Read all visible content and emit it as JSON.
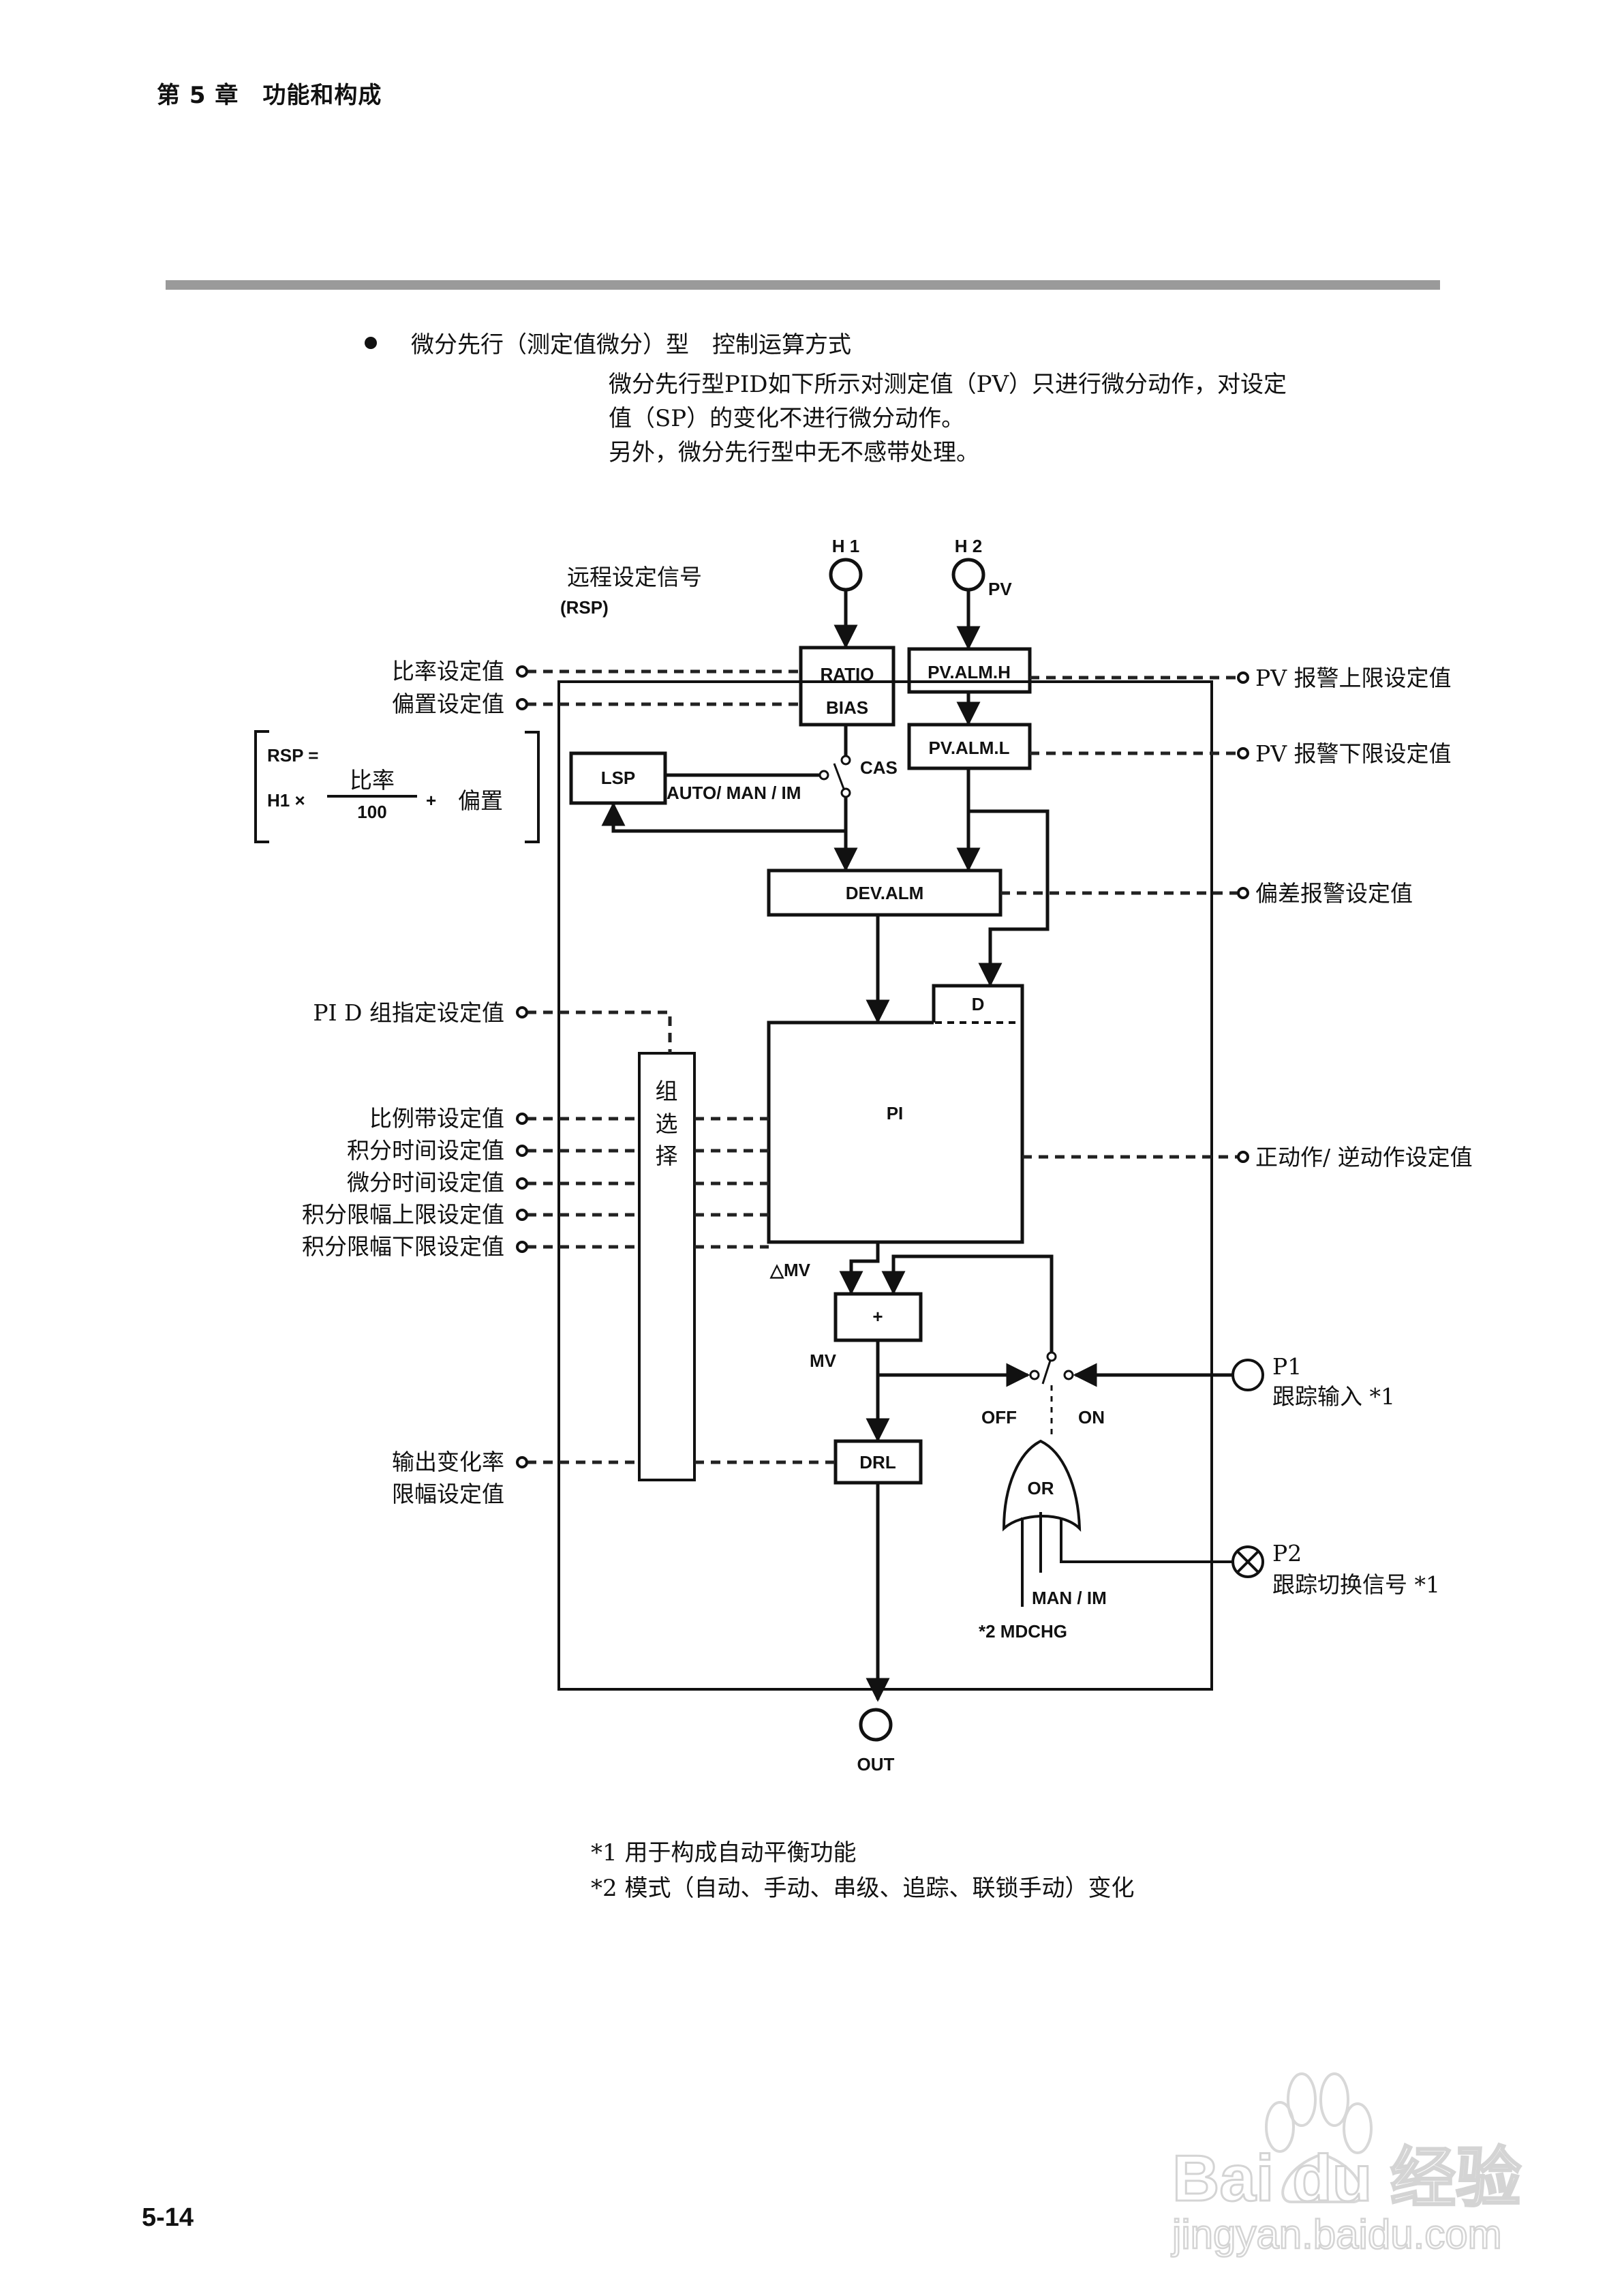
{
  "header": {
    "chapter": "第 5 章　功能和构成"
  },
  "section": {
    "heading": "微分先行（测定值微分）型　控制运算方式",
    "paragraphs": [
      "微分先行型PID如下所示对测定值（PV）只进行微分动作，对设定",
      "值（SP）的变化不进行微分动作。",
      "另外，微分先行型中无不感带处理。"
    ]
  },
  "diagram": {
    "top_labels": {
      "rsp_title": "远程设定信号",
      "rsp_abbr": "(RSP)",
      "h1": "H 1",
      "h2": "H 2",
      "pv": "PV"
    },
    "blocks": {
      "ratio": "RATIO",
      "bias": "BIAS",
      "pv_alm_h": "PV.ALM.H",
      "pv_alm_l": "PV.ALM.L",
      "lsp": "LSP",
      "auto_man_im": "AUTO/ MAN / IM",
      "cas": "CAS",
      "dev_alm": "DEV.ALM",
      "d": "D",
      "pi": "PI",
      "group_select": [
        "组",
        "选",
        "择"
      ],
      "delta_mv": "△MV",
      "plus": "+",
      "mv": "MV",
      "off": "OFF",
      "on": "ON",
      "drl": "DRL",
      "or": "OR",
      "man_im": "MAN / IM",
      "mdchg": "*2 MDCHG",
      "out": "OUT"
    },
    "formula": {
      "lhs": "RSP =",
      "h1x": "H1 ×",
      "numerator": "比率",
      "denominator": "100",
      "plus": "+",
      "bias": "偏置"
    },
    "left_params": [
      "比率设定值",
      "偏置设定值",
      "PI D 组指定设定值",
      "比例带设定值",
      "积分时间设定值",
      "微分时间设定值",
      "积分限幅上限设定值",
      "积分限幅下限设定值",
      "输出变化率",
      "限幅设定值"
    ],
    "right_params": [
      "PV 报警上限设定值",
      "PV 报警下限设定值",
      "偏差报警设定值",
      "正动作/ 逆动作设定值"
    ],
    "p1": {
      "label": "P1",
      "desc": "跟踪输入 *1"
    },
    "p2": {
      "label": "P2",
      "desc": "跟踪切换信号 *1"
    }
  },
  "footnotes": [
    "*1  用于构成自动平衡功能",
    "*2  模式（自动、手动、串级、追踪、联锁手动）变化"
  ],
  "page_number": "5-14",
  "watermark": {
    "brand": "Bai du 经验",
    "url": "jingyan.baidu.com"
  }
}
